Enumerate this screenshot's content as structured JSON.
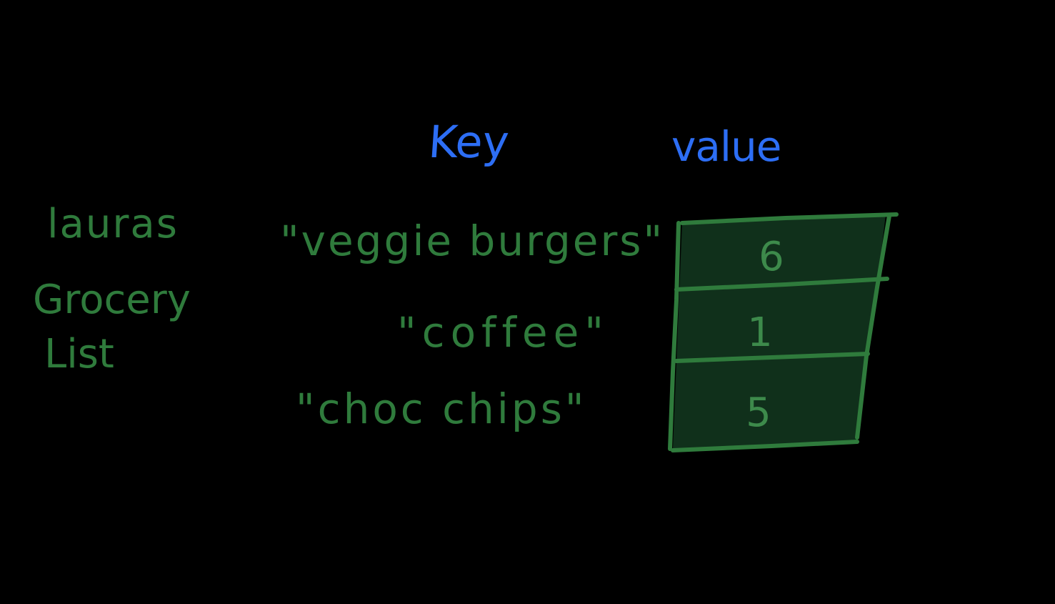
{
  "title_lines": [
    "lauras",
    "Grocery",
    "List"
  ],
  "headers": {
    "key": "Key",
    "value": "value"
  },
  "entries": [
    {
      "key": "\"veggie burgers\"",
      "value": "6"
    },
    {
      "key": "\"coffee\"",
      "value": "1"
    },
    {
      "key": "\"choc chips\"",
      "value": "5"
    }
  ],
  "colors": {
    "background": "#000000",
    "header_ink": "#2d6ef5",
    "body_ink": "#2f7b3c",
    "table_fill": "#10301b"
  }
}
